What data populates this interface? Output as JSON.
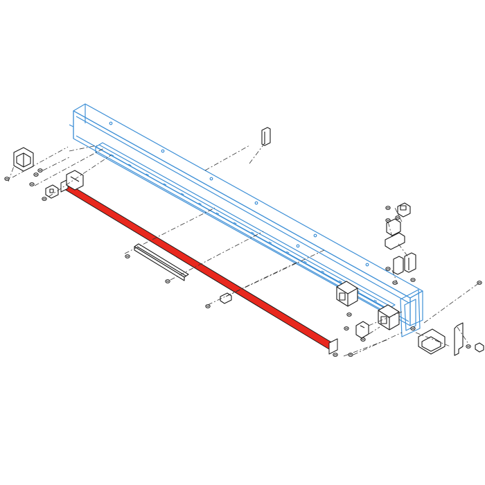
{
  "diagram": {
    "type": "exploded-assembly-drawing",
    "colors": {
      "background": "#ffffff",
      "frame_highlight": "#3d8fd6",
      "selected_part": "#e8281e",
      "line_art": "#1a1a1a",
      "leader_line": "#333333"
    },
    "parts": [
      {
        "id": "main-frame-beam",
        "highlight": "frame_highlight"
      },
      {
        "id": "linear-guide-rail",
        "highlight": "frame_highlight"
      },
      {
        "id": "cover-strip",
        "highlight": "selected_part",
        "selected": true
      },
      {
        "id": "left-end-bracket",
        "highlight": "none"
      },
      {
        "id": "right-end-bracket",
        "highlight": "none"
      },
      {
        "id": "slide-bar",
        "highlight": "none"
      },
      {
        "id": "carriage-blocks",
        "highlight": "none"
      },
      {
        "id": "sensor-assembly",
        "highlight": "none"
      },
      {
        "id": "fasteners",
        "highlight": "none"
      }
    ]
  }
}
